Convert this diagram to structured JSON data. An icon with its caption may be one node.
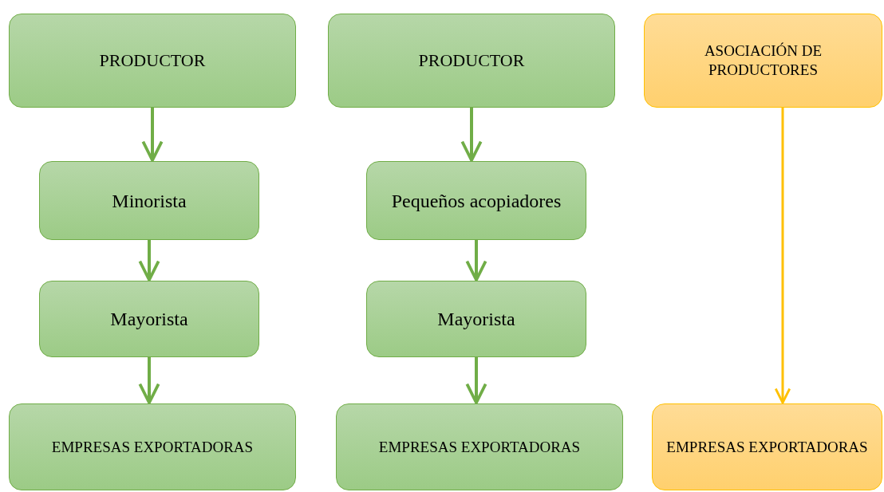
{
  "diagram": {
    "nodes": [
      {
        "text": [
          "PRODUCTOR"
        ]
      },
      {
        "text": [
          "Minorista"
        ]
      },
      {
        "text": [
          "Mayorista"
        ]
      },
      {
        "text": [
          "EMPRESAS EXPORTADORAS"
        ]
      },
      {
        "text": [
          "PRODUCTOR"
        ]
      },
      {
        "text": [
          "Pequeños acopiadores"
        ]
      },
      {
        "text": [
          "Mayorista"
        ]
      },
      {
        "text": [
          "EMPRESAS EXPORTADORAS"
        ]
      },
      {
        "text": [
          "ASOCIACIÓN DE PRODUCTORES"
        ]
      },
      {
        "text": [
          "EMPRESAS EXPORTADORAS"
        ]
      }
    ],
    "edges": [
      {
        "from": 0,
        "to": 1,
        "arrow": "to"
      },
      {
        "from": 1,
        "to": 2,
        "arrow": "to"
      },
      {
        "from": 2,
        "to": 3,
        "arrow": "to"
      },
      {
        "from": 4,
        "to": 5,
        "arrow": "to"
      },
      {
        "from": 5,
        "to": 6,
        "arrow": "to"
      },
      {
        "from": 6,
        "to": 7,
        "arrow": "to"
      },
      {
        "from": 8,
        "to": 9,
        "arrow": "to",
        "color": "#ffc000"
      }
    ]
  }
}
